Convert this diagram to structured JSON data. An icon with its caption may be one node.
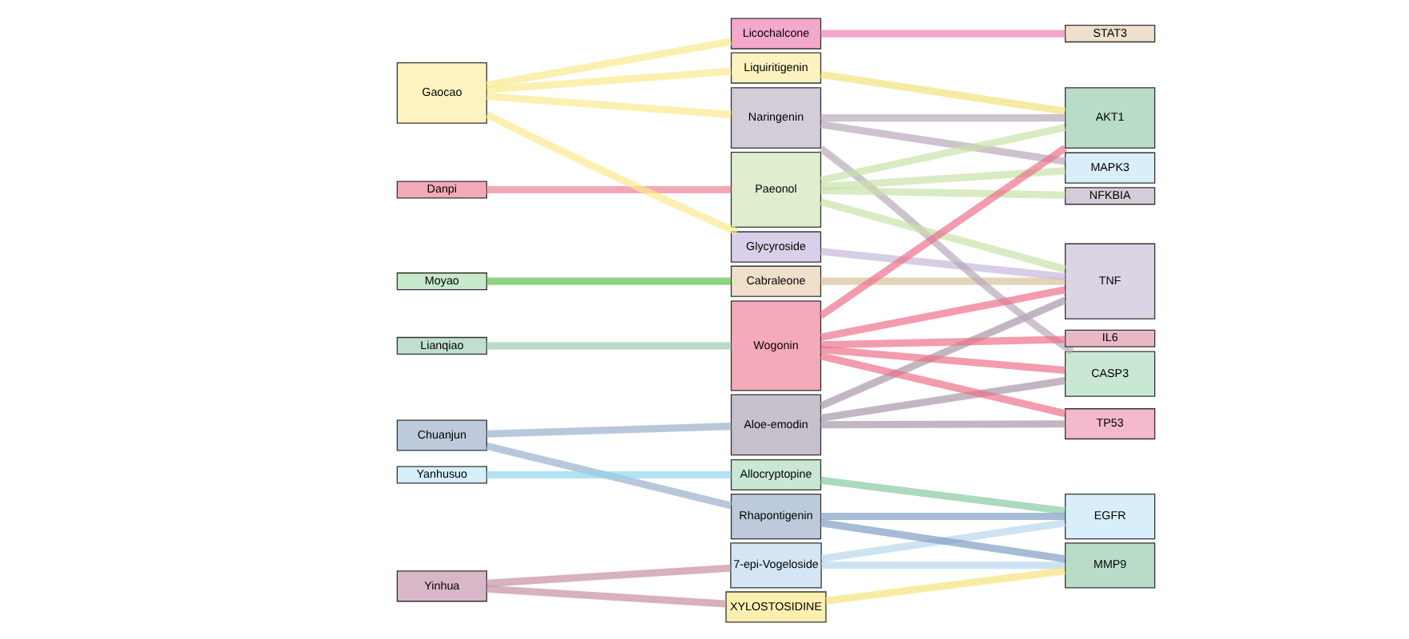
{
  "diagram": {
    "nodes": [
      {
        "text": [
          "Chuanjun"
        ]
      },
      {
        "text": [
          "Danpi"
        ]
      },
      {
        "text": [
          "Gaocao"
        ]
      },
      {
        "text": [
          "Lianqiao"
        ]
      },
      {
        "text": [
          "Moyao"
        ]
      },
      {
        "text": [
          "Yanhusuo"
        ]
      },
      {
        "text": [
          "Yinhua"
        ]
      },
      {
        "text": [
          "7-epi-Vogeloside"
        ]
      },
      {
        "text": [
          "Allocryptopine"
        ]
      },
      {
        "text": [
          "Aloe-emodin"
        ]
      },
      {
        "text": [
          "Cabraleone"
        ]
      },
      {
        "text": [
          "Glycyroside"
        ]
      },
      {
        "text": [
          "Licochalcone"
        ]
      },
      {
        "text": [
          "Liquiritigenin"
        ]
      },
      {
        "text": [
          "Naringenin"
        ]
      },
      {
        "text": [
          "Paeonol"
        ]
      },
      {
        "text": [
          "Rhapontigenin"
        ]
      },
      {
        "text": [
          "Wogonin"
        ]
      },
      {
        "text": [
          "XYLOSTOSIDINE"
        ]
      },
      {
        "text": [
          "AKT1"
        ]
      },
      {
        "text": [
          "CASP3"
        ]
      },
      {
        "text": [
          "EGFR"
        ]
      },
      {
        "text": [
          "IL6"
        ]
      },
      {
        "text": [
          "MAPK3"
        ]
      },
      {
        "text": [
          "MMP9"
        ]
      },
      {
        "text": [
          "NFKBIA"
        ]
      },
      {
        "text": [
          "STAT3"
        ]
      },
      {
        "text": [
          "TNF"
        ]
      },
      {
        "text": [
          "TP53"
        ]
      }
    ],
    "edges": [
      {
        "from": 0,
        "to": 9,
        "arrow": "none",
        "color": "#9aaecb"
      },
      {
        "from": 0,
        "to": 16,
        "arrow": "none",
        "color": "#9aaecb"
      },
      {
        "from": 1,
        "to": 15,
        "arrow": "none",
        "color": "#ee8095"
      },
      {
        "from": 2,
        "to": 11,
        "arrow": "none",
        "color": "#fbe98c"
      },
      {
        "from": 2,
        "to": 12,
        "arrow": "none",
        "color": "#fbe98c"
      },
      {
        "from": 2,
        "to": 13,
        "arrow": "none",
        "color": "#fbe98c"
      },
      {
        "from": 2,
        "to": 14,
        "arrow": "none",
        "color": "#fbe98c"
      },
      {
        "from": 3,
        "to": 17,
        "arrow": "none",
        "color": "#9ccbb0"
      },
      {
        "from": 4,
        "to": 10,
        "arrow": "none",
        "color": "#5cbf4a"
      },
      {
        "from": 5,
        "to": 8,
        "arrow": "none",
        "color": "#8fd6ec"
      },
      {
        "from": 6,
        "to": 7,
        "arrow": "none",
        "color": "#c58ea0"
      },
      {
        "from": 6,
        "to": 18,
        "arrow": "none",
        "color": "#c58ea0"
      },
      {
        "from": 7,
        "to": 21,
        "arrow": "none",
        "color": "#b7d5ec"
      },
      {
        "from": 7,
        "to": 24,
        "arrow": "none",
        "color": "#b7d5ec"
      },
      {
        "from": 8,
        "to": 21,
        "arrow": "none",
        "color": "#86c9a0"
      },
      {
        "from": 9,
        "to": 20,
        "arrow": "none",
        "color": "#a895a8"
      },
      {
        "from": 9,
        "to": 27,
        "arrow": "none",
        "color": "#a895a8"
      },
      {
        "from": 9,
        "to": 28,
        "arrow": "none",
        "color": "#a895a8"
      },
      {
        "from": 10,
        "to": 27,
        "arrow": "none",
        "color": "#d9bf9a"
      },
      {
        "from": 11,
        "to": 27,
        "arrow": "none",
        "color": "#c5b8da"
      },
      {
        "from": 12,
        "to": 26,
        "arrow": "none",
        "color": "#ec7fb5"
      },
      {
        "from": 13,
        "to": 19,
        "arrow": "none",
        "color": "#f4e27a"
      },
      {
        "from": 14,
        "to": 19,
        "arrow": "none",
        "color": "#b7a8b8"
      },
      {
        "from": 14,
        "to": 20,
        "arrow": "none",
        "color": "#b7a8b8"
      },
      {
        "from": 14,
        "to": 23,
        "arrow": "none",
        "color": "#b7a8b8"
      },
      {
        "from": 15,
        "to": 19,
        "arrow": "none",
        "color": "#c8e2a8"
      },
      {
        "from": 15,
        "to": 23,
        "arrow": "none",
        "color": "#c8e2a8"
      },
      {
        "from": 15,
        "to": 25,
        "arrow": "none",
        "color": "#c8e2a8"
      },
      {
        "from": 15,
        "to": 27,
        "arrow": "none",
        "color": "#c8e2a8"
      },
      {
        "from": 16,
        "to": 21,
        "arrow": "none",
        "color": "#7f9cc4"
      },
      {
        "from": 16,
        "to": 24,
        "arrow": "none",
        "color": "#7f9cc4"
      },
      {
        "from": 17,
        "to": 19,
        "arrow": "none",
        "color": "#ec7088"
      },
      {
        "from": 17,
        "to": 20,
        "arrow": "none",
        "color": "#ec7088"
      },
      {
        "from": 17,
        "to": 22,
        "arrow": "none",
        "color": "#ec7088"
      },
      {
        "from": 17,
        "to": 27,
        "arrow": "none",
        "color": "#ec7088"
      },
      {
        "from": 17,
        "to": 28,
        "arrow": "none",
        "color": "#ec7088"
      },
      {
        "from": 18,
        "to": 24,
        "arrow": "none",
        "color": "#f5e27a"
      }
    ]
  }
}
